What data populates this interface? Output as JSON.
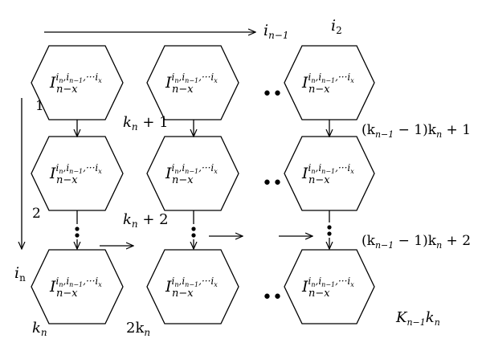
{
  "diagram": {
    "node_label": {
      "main": "I",
      "sub": "n−x",
      "sup": "i",
      "sup_sub": "n",
      "sup_rest1": ",i",
      "sup_sub2": "n−1",
      "sup_rest2": ",···i",
      "sup_sub3": "x"
    },
    "axis_top": {
      "symbol": "i",
      "sub": "n−1"
    },
    "axis_left": {
      "symbol": "i",
      "sub": "n"
    },
    "top_right_label": {
      "symbol": "i",
      "sub": "2"
    },
    "row1_labels": {
      "first": "1",
      "second": "k",
      "second_sub": "n",
      "second_rest": " + 1",
      "right": "(k",
      "right_sub1": "n−1",
      "right_mid": " − 1)k",
      "right_sub2": "n",
      "right_rest": " + 1"
    },
    "row2_labels": {
      "first": "2",
      "second": "k",
      "second_sub": "n",
      "second_rest": " + 2",
      "right": "(k",
      "right_sub1": "n−1",
      "right_mid": " − 1)k",
      "right_sub2": "n",
      "right_rest": " + 2"
    },
    "row3_labels": {
      "first": "k",
      "first_sub": "n",
      "second": "2k",
      "second_sub": "n",
      "right": "K",
      "right_sub1": "n−1",
      "right_mid": "k",
      "right_sub2": "n"
    },
    "dots_h": "••",
    "dots_v": "•"
  }
}
